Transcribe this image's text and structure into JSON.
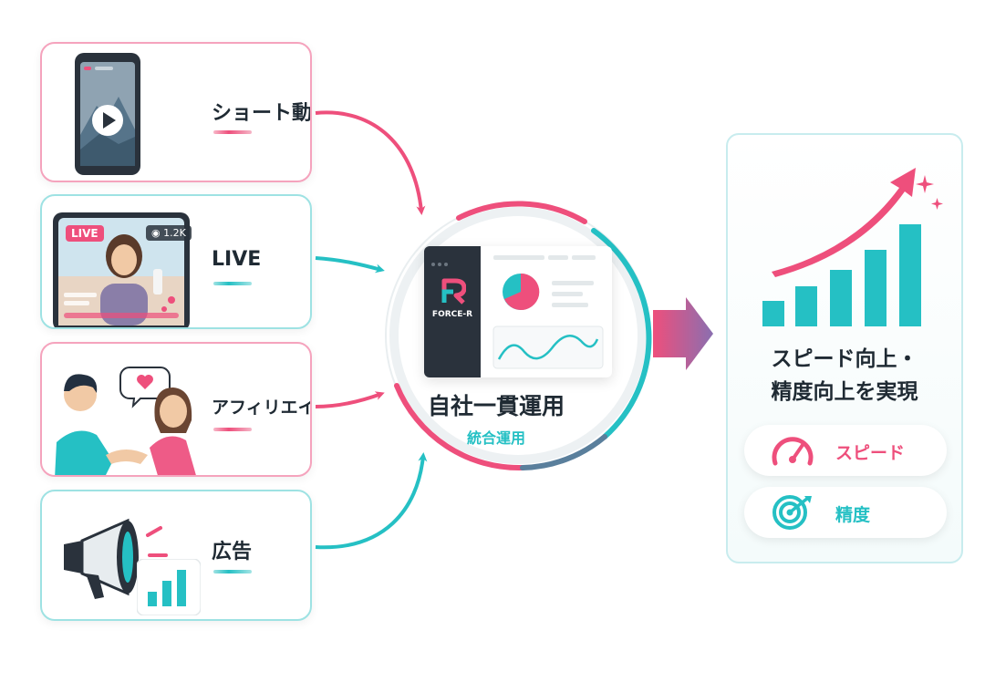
{
  "channels": [
    {
      "id": "short-video",
      "label": "ショート動画",
      "accent": "pink"
    },
    {
      "id": "live",
      "label": "LIVE",
      "accent": "teal",
      "live_badge": "LIVE",
      "viewer_count": "1.2K"
    },
    {
      "id": "affiliate",
      "label": "アフィリエイト",
      "accent": "pink"
    },
    {
      "id": "ads",
      "label": "広告",
      "accent": "teal"
    }
  ],
  "center": {
    "logo_text": "FORCE-R",
    "title": "自社一貫運用",
    "subtitle": "統合運用"
  },
  "result": {
    "title_line1": "スピード向上・",
    "title_line2": "精度向上を実現",
    "metrics": [
      {
        "id": "speed",
        "label": "スピード",
        "icon": "speedometer-icon",
        "color": "#ee4f7c"
      },
      {
        "id": "accuracy",
        "label": "精度",
        "icon": "target-icon",
        "color": "#25c0c4"
      }
    ]
  },
  "colors": {
    "pink": "#ee4f7c",
    "teal": "#25c0c4",
    "dark": "#2a323c"
  }
}
